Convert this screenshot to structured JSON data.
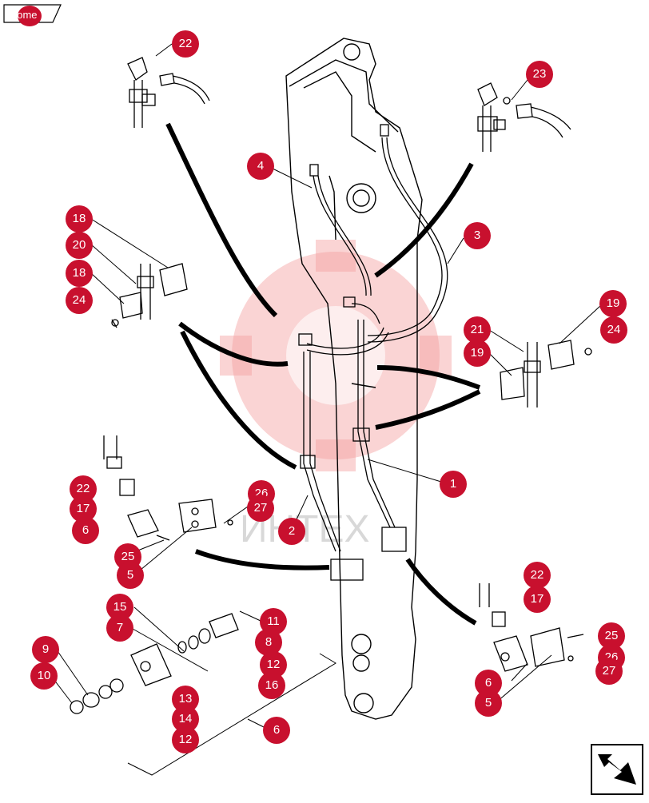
{
  "header": {
    "home_label": "home"
  },
  "watermark": {
    "text": "ИНТЕХ"
  },
  "colors": {
    "callout": "#c8102e",
    "watermark": "#f5a0a0",
    "line": "#000000"
  },
  "icons": {
    "home": "home-tab-icon",
    "nav": "next-page-arrow-icon"
  },
  "callouts": [
    {
      "label": "22"
    },
    {
      "label": "23"
    },
    {
      "label": "4"
    },
    {
      "label": "3"
    },
    {
      "label": "18"
    },
    {
      "label": "20"
    },
    {
      "label": "18"
    },
    {
      "label": "24"
    },
    {
      "label": "19"
    },
    {
      "label": "21"
    },
    {
      "label": "19"
    },
    {
      "label": "24"
    },
    {
      "label": "1"
    },
    {
      "label": "22"
    },
    {
      "label": "17"
    },
    {
      "label": "6"
    },
    {
      "label": "26"
    },
    {
      "label": "27"
    },
    {
      "label": "2"
    },
    {
      "label": "25"
    },
    {
      "label": "5"
    },
    {
      "label": "15"
    },
    {
      "label": "7"
    },
    {
      "label": "11"
    },
    {
      "label": "8"
    },
    {
      "label": "12"
    },
    {
      "label": "16"
    },
    {
      "label": "9"
    },
    {
      "label": "10"
    },
    {
      "label": "13"
    },
    {
      "label": "14"
    },
    {
      "label": "12"
    },
    {
      "label": "6"
    },
    {
      "label": "22"
    },
    {
      "label": "17"
    },
    {
      "label": "25"
    },
    {
      "label": "26"
    },
    {
      "label": "27"
    },
    {
      "label": "6"
    },
    {
      "label": "5"
    }
  ]
}
